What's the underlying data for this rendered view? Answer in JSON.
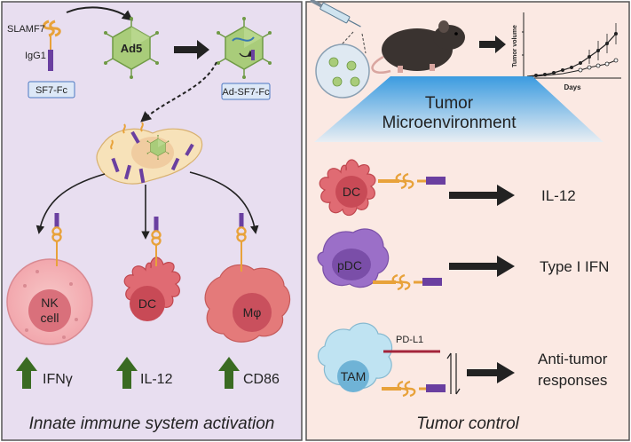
{
  "left_panel": {
    "bg_color": "#e8def0",
    "labels": {
      "slamf7": "SLAMF7",
      "igg1": "IgG1",
      "sf7fc": "SF7-Fc",
      "ad5": "Ad5",
      "ad_sf7fc": "Ad-SF7-Fc",
      "nk_line1": "NK",
      "nk_line2": "cell",
      "dc": "DC",
      "mphi": "Mφ",
      "out_nk": "IFNγ",
      "out_dc": "IL-12",
      "out_mphi": "CD86",
      "footer": "Innate immune system activation"
    }
  },
  "right_panel": {
    "bg_color": "#fbe9e3",
    "labels": {
      "tme_line1": "Tumor",
      "tme_line2": "Microenvironment",
      "y_axis": "Tumor volume",
      "x_axis": "Days",
      "dc": "DC",
      "pdc": "pDC",
      "tam": "TAM",
      "pdl1": "PD-L1",
      "out_dc": "IL-12",
      "out_pdc": "Type I IFN",
      "out_tam_line1": "Anti-tumor",
      "out_tam_line2": "responses",
      "footer": "Tumor control"
    }
  },
  "colors": {
    "green_arrow": "#3a6b22",
    "virus_green": "#a9cc7a",
    "sf7_purple": "#6a3fa0",
    "sf7_orange": "#e8a23a",
    "cell_red": "#e06b73",
    "cell_purple": "#9b6fc8",
    "tam_blue": "#bfe3f2",
    "tme_blue": "#5aa9dc",
    "pdl1_red": "#a3243a"
  },
  "icons": [
    "mouse-icon",
    "syringe-icon",
    "petri-dish-icon",
    "virus-icon",
    "antibody-icon",
    "up-arrow-icon"
  ]
}
